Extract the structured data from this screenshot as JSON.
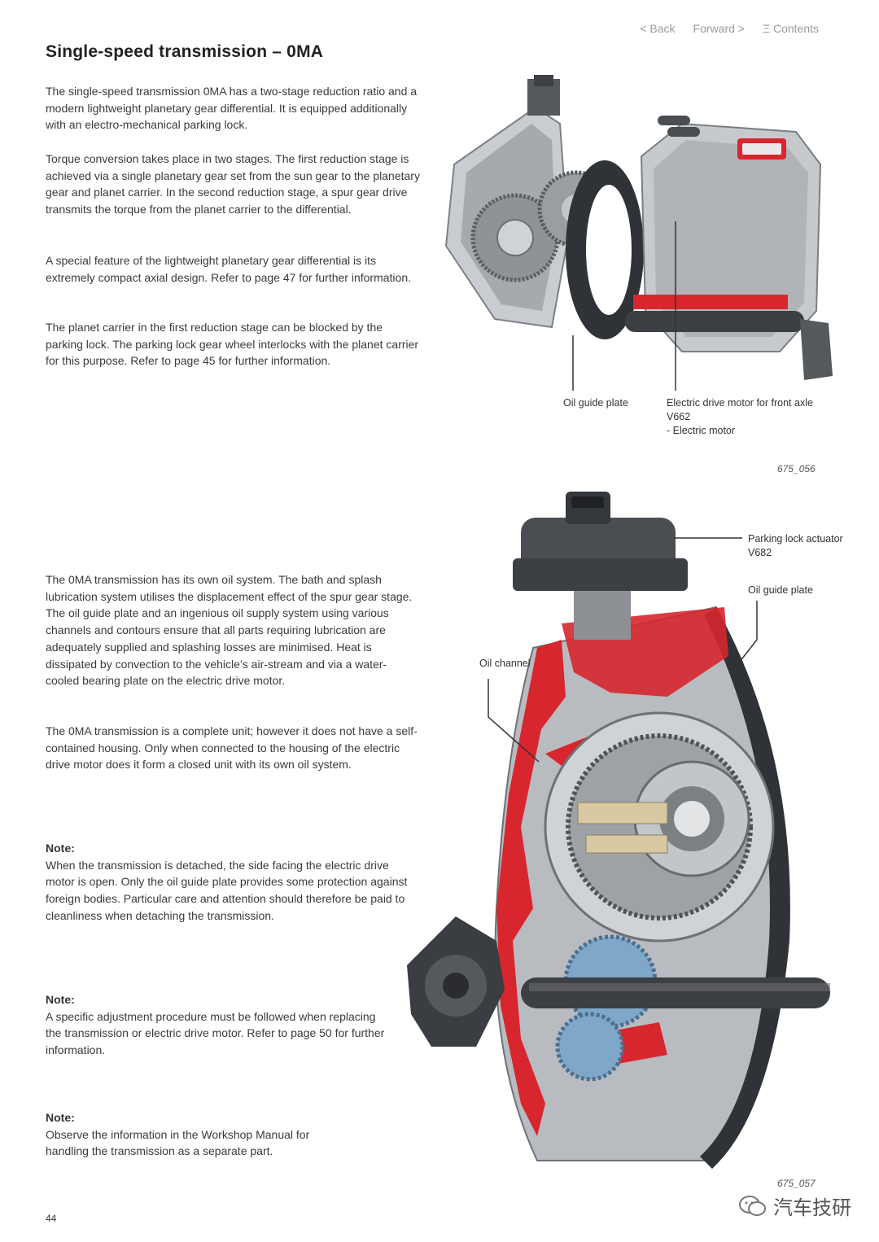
{
  "nav": {
    "back": "< Back",
    "forward": "Forward >",
    "contents": "Ξ Contents"
  },
  "title": "Single-speed transmission – 0MA",
  "paragraphs": [
    "The single-speed transmission 0MA has a two-stage reduction ratio and a modern lightweight planetary gear differential. It is equipped additionally with an electro-mechanical parking lock.",
    "Torque conversion takes place in two stages. The first reduction stage is achieved via a single planetary gear set from the sun gear to the planetary gear and planet carrier. In the second reduction stage, a spur gear drive transmits the torque from the planet carrier to the differential.",
    "A special feature of the lightweight planetary gear differential is its extremely compact axial design. Refer to page 47 for further information.",
    "The planet carrier in the first reduction stage can be blocked by the parking lock. The parking lock gear wheel interlocks with the planet carrier for this purpose. Refer to page 45 for further information.",
    "The 0MA transmission has its own oil system. The bath and splash lubrication system utilises the displacement effect of the spur gear stage. The oil guide plate and an ingenious oil supply system using various channels and contours ensure that all parts requiring lubrication are adequately supplied and splashing losses are minimised. Heat is dissipated by convection to the vehicle’s air-stream and via a water-cooled bearing plate on the electric drive motor.",
    "The 0MA transmission is a complete unit; however it does not have a self-contained housing. Only when connected to the housing of the electric drive motor does it form a closed unit with its own oil system."
  ],
  "notes": [
    {
      "title": "Note:",
      "text": "When the transmission is detached, the side facing the electric drive motor is open. Only the oil guide plate provides some protection against foreign bodies. Particular care and attention should therefore be paid to cleanliness when detaching the transmission."
    },
    {
      "title": "Note:",
      "text": "A specific adjustment procedure must be followed when replacing the transmission or electric drive motor. Refer to page 50 for further information."
    },
    {
      "title": "Note:",
      "text": "Observe the information in the Workshop Manual for handling the transmission as a separate part."
    }
  ],
  "figure1": {
    "labels": {
      "oil_guide_plate": "Oil guide plate",
      "motor_line1": "Electric drive motor for front axle",
      "motor_line2": "V662",
      "motor_line3": "- Electric motor"
    },
    "id": "675_056"
  },
  "figure2": {
    "labels": {
      "actuator_line1": "Parking lock actuator",
      "actuator_line2": "V682",
      "oil_guide_plate": "Oil guide plate",
      "oil_channel": "Oil channel"
    },
    "id": "675_057"
  },
  "page_number": "44",
  "watermark": "汽车技研",
  "colors": {
    "accent_red": "#d7262e",
    "metal_gray": "#b8bcc0",
    "dark_gray": "#4a4d52"
  }
}
